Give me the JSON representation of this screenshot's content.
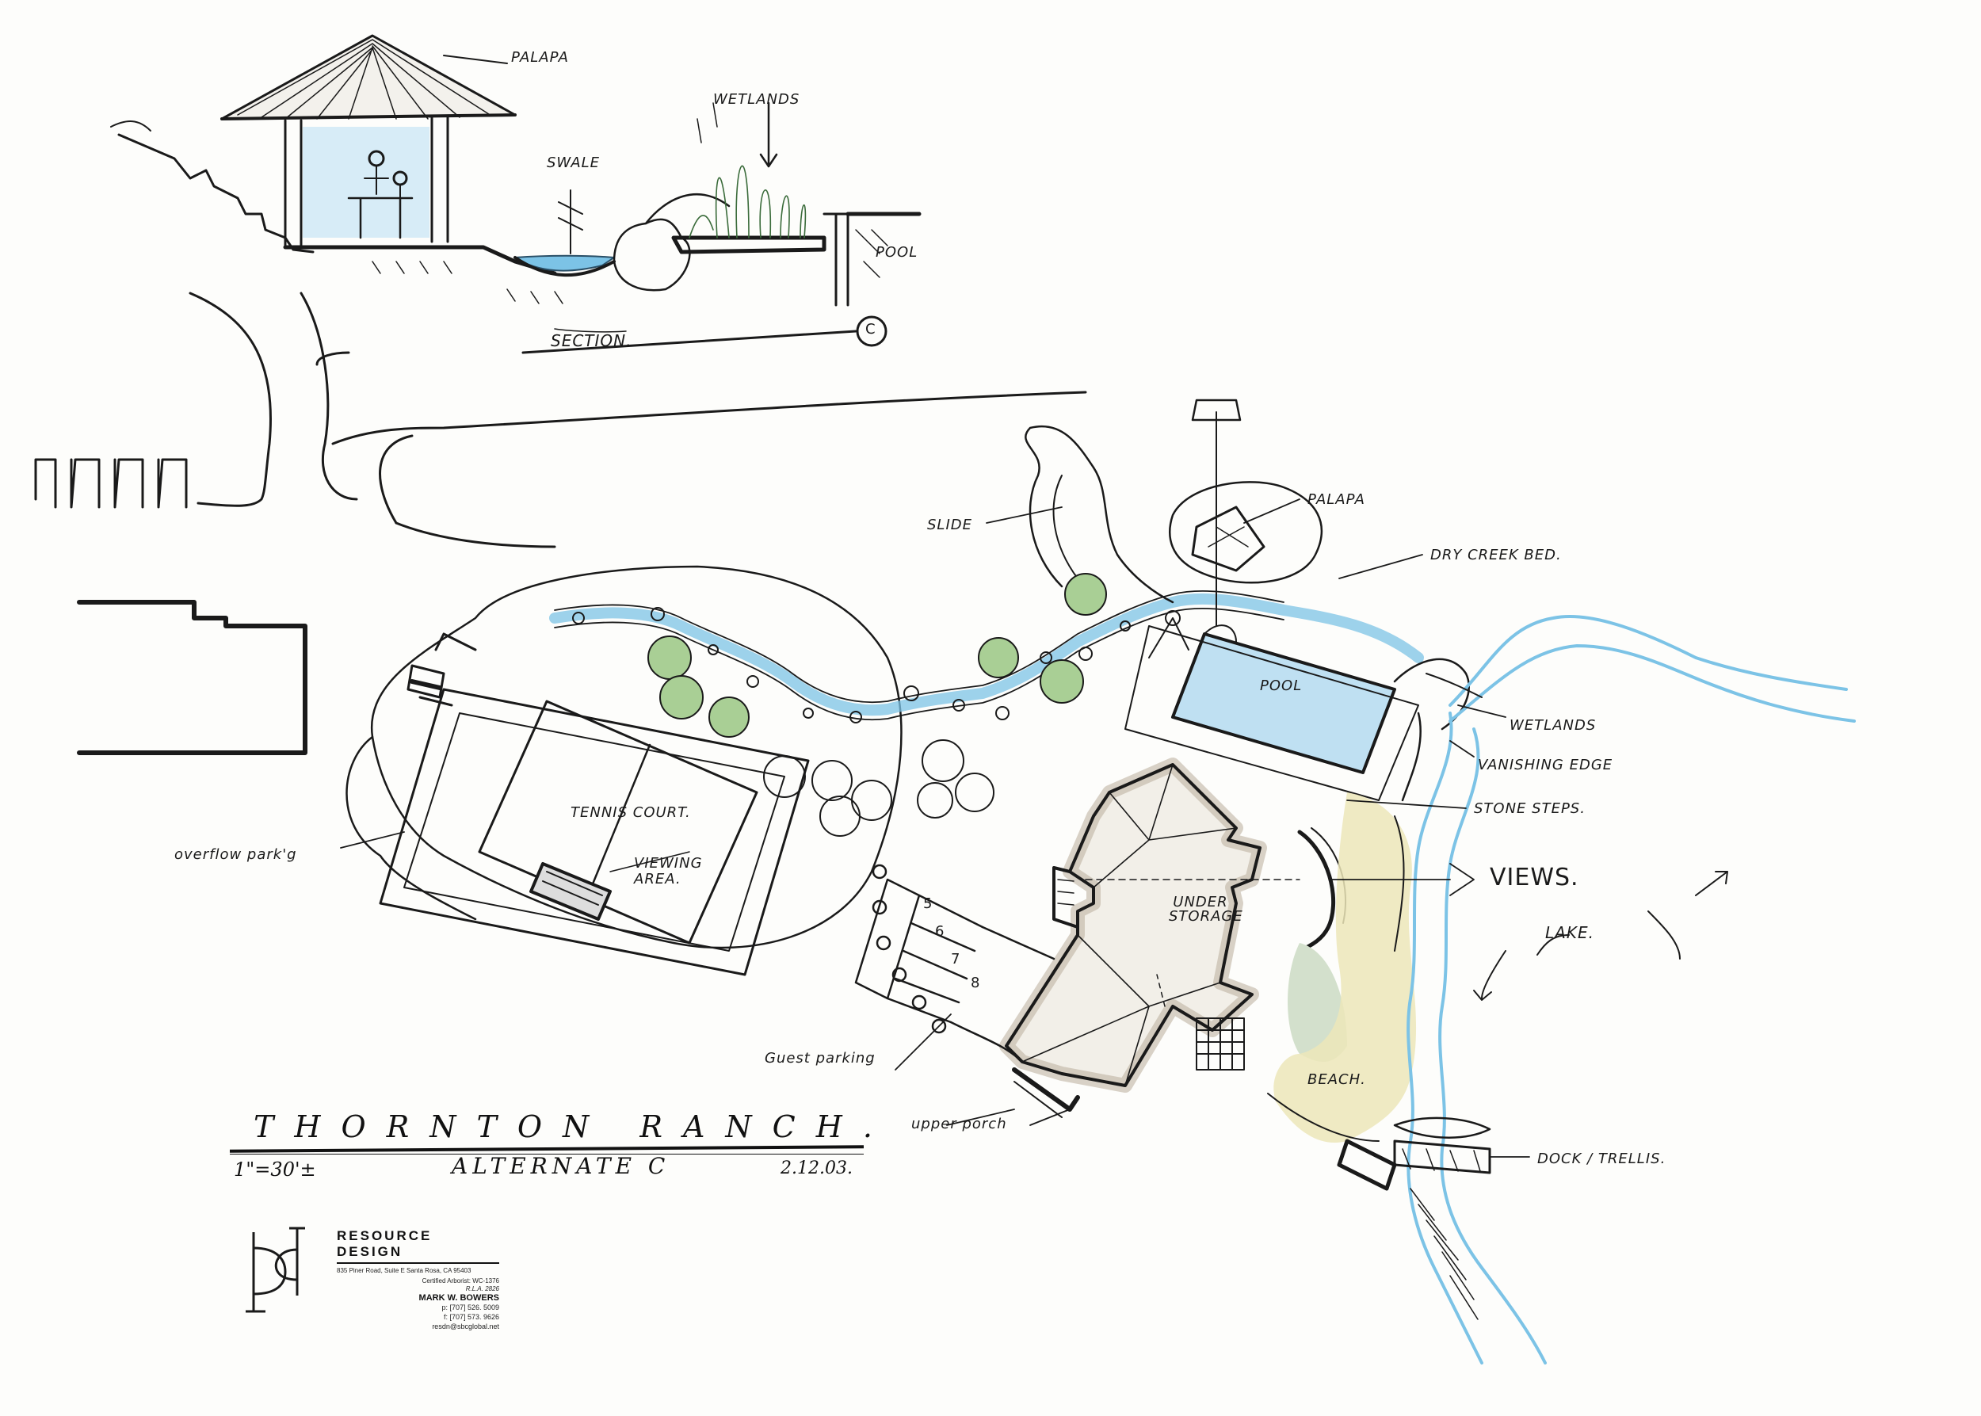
{
  "labels": {
    "palapa_section": "PALAPA",
    "wetlands_section": "WETLANDS",
    "swale": "SWALE",
    "pool_section": "POOL",
    "section": "SECTION.",
    "section_marker": "C",
    "slide": "SLIDE",
    "palapa_plan": "PALAPA",
    "dry_creek_bed": "DRY CREEK BED.",
    "pool_plan": "POOL",
    "wetlands_plan": "WETLANDS",
    "vanishing_edge": "VANISHING EDGE",
    "stone_steps": "STONE STEPS.",
    "views": "VIEWS.",
    "lake": "LAKE.",
    "tennis_court": "TENNIS COURT.",
    "viewing_area": "VIEWING AREA.",
    "overflow_parking": "overflow park'g",
    "under_storage": "UNDER STORAGE",
    "guest_parking": "Guest parking",
    "upper_porch": "upper porch",
    "beach": "BEACH.",
    "dock_trellis": "DOCK / TRELLIS."
  },
  "parking_numbers": [
    "5",
    "6",
    "7",
    "8"
  ],
  "title": {
    "name": "THORNTON RANCH.",
    "scale": "1\"=30'±",
    "alternate": "ALTERNATE C",
    "date": "2.12.03."
  },
  "firm": {
    "name": "RESOURCE DESIGN",
    "address": "835 Piner Road, Suite E   Santa Rosa, CA  95403",
    "certification": "Certified Arborist:  WC-1376",
    "license": "R.L.A. 2826",
    "principal": "MARK W. BOWERS",
    "phone": "p:  [707]  526. 5009",
    "fax": "f:  [707]  573. 9626",
    "email": "resdn@sbcglobal.net"
  },
  "colors": {
    "ink": "#1a1a1a",
    "water": "#7cc3e6",
    "pool": "#bfe0f2",
    "tree": "#a9cf95",
    "beach": "#ece6b8",
    "lawn": "#d3e0cc",
    "shadow": "#b9ad9a"
  }
}
